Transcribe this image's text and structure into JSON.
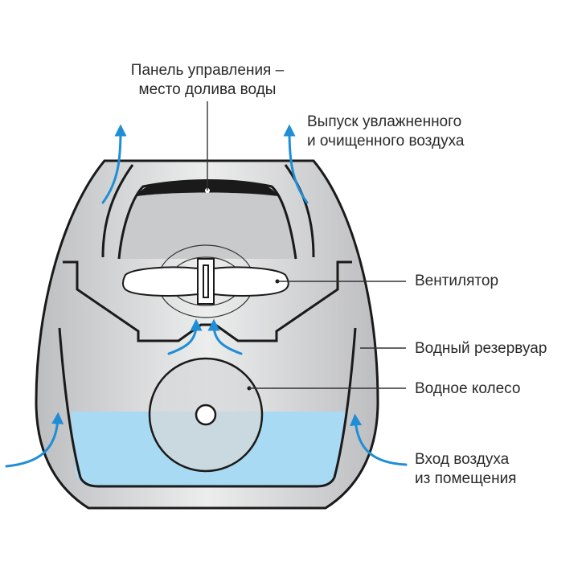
{
  "labels": {
    "control_panel": [
      "Панель управления –",
      "место долива воды"
    ],
    "outlet": [
      "Выпуск увлажненного",
      "и очищенного воздуха"
    ],
    "fan": "Вентилятор",
    "reservoir": "Водный резервуар",
    "water_wheel": "Водное колесо",
    "inlet": [
      "Вход воздуха",
      "из помещения"
    ]
  },
  "colors": {
    "body_fill": "#c6c7c9",
    "body_highlight": "#ecedee",
    "outline": "#1a1a1a",
    "water": "#a9daf3",
    "arrow": "#1f8ed6",
    "leader": "#333333"
  }
}
